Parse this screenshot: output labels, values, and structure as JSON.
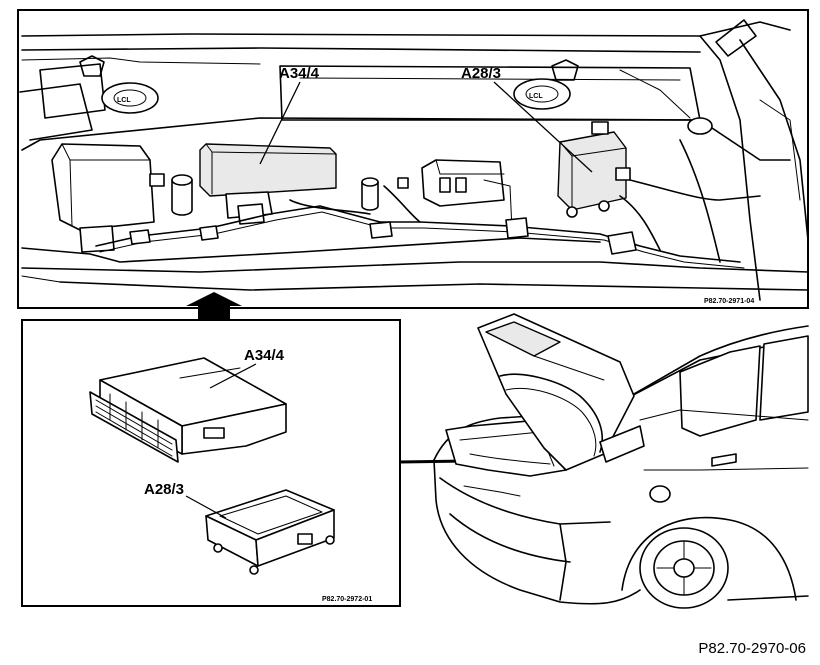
{
  "top_panel": {
    "label_a34": "A34/4",
    "label_a28": "A28/3",
    "ref_code": "P82.70-2971-04"
  },
  "inset_panel": {
    "label_a34": "A34/4",
    "label_a28": "A28/3",
    "ref_code": "P82.70-2972-01"
  },
  "figure_caption": "P82.70-2970-06"
}
